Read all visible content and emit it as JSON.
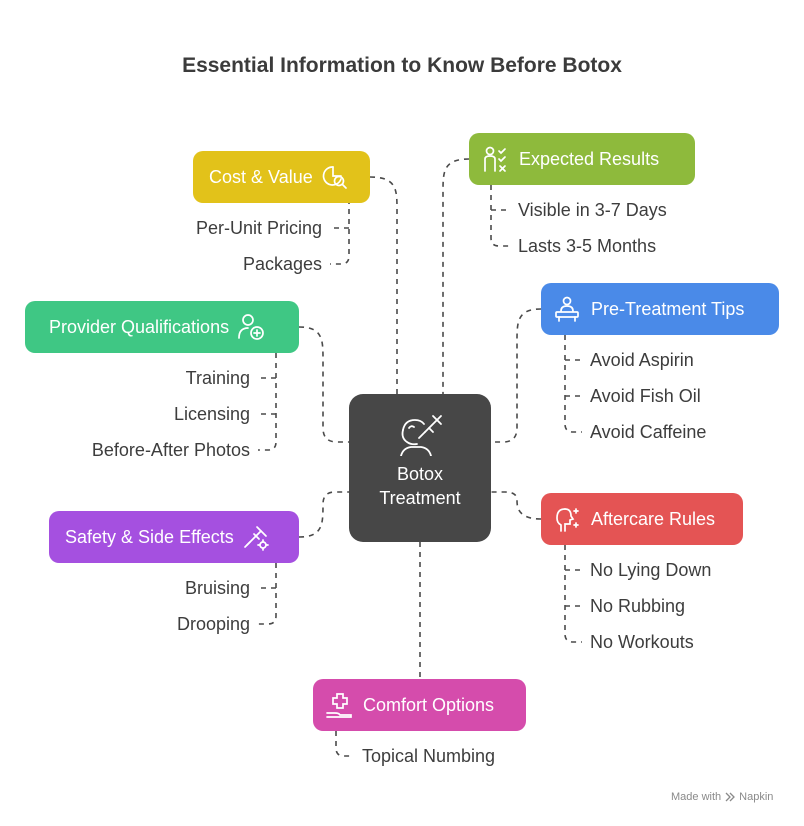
{
  "title": "Essential Information to Know Before Botox",
  "center": {
    "line1": "Botox",
    "line2": "Treatment"
  },
  "branches": {
    "cost": {
      "label": "Cost & Value",
      "color": "#e2c21a",
      "items": [
        "Per-Unit Pricing",
        "Packages"
      ],
      "icon": "pie-chart-magnifier-icon"
    },
    "results": {
      "label": "Expected Results",
      "color": "#8eba3c",
      "items": [
        "Visible in 3-7 Days",
        "Lasts 3-5 Months"
      ],
      "icon": "person-checklist-icon"
    },
    "provider": {
      "label": "Provider Qualifications",
      "color": "#3fc784",
      "items": [
        "Training",
        "Licensing",
        "Before-After Photos"
      ],
      "icon": "doctor-plus-icon"
    },
    "pretreatment": {
      "label": "Pre-Treatment Tips",
      "color": "#4a8ae8",
      "items": [
        "Avoid Aspirin",
        "Avoid Fish Oil",
        "Avoid Caffeine"
      ],
      "icon": "patient-consultation-icon"
    },
    "safety": {
      "label": "Safety & Side Effects",
      "color": "#a550e0",
      "items": [
        "Bruising",
        "Drooping"
      ],
      "icon": "syringe-virus-icon"
    },
    "aftercare": {
      "label": "Aftercare Rules",
      "color": "#e45454",
      "items": [
        "No Lying Down",
        "No Rubbing",
        "No Workouts"
      ],
      "icon": "face-sparkle-icon"
    },
    "comfort": {
      "label": "Comfort Options",
      "color": "#d54cac",
      "items": [
        "Topical Numbing"
      ],
      "icon": "hand-plus-icon"
    }
  },
  "footer": {
    "made_with": "Made with",
    "brand": "Napkin"
  }
}
